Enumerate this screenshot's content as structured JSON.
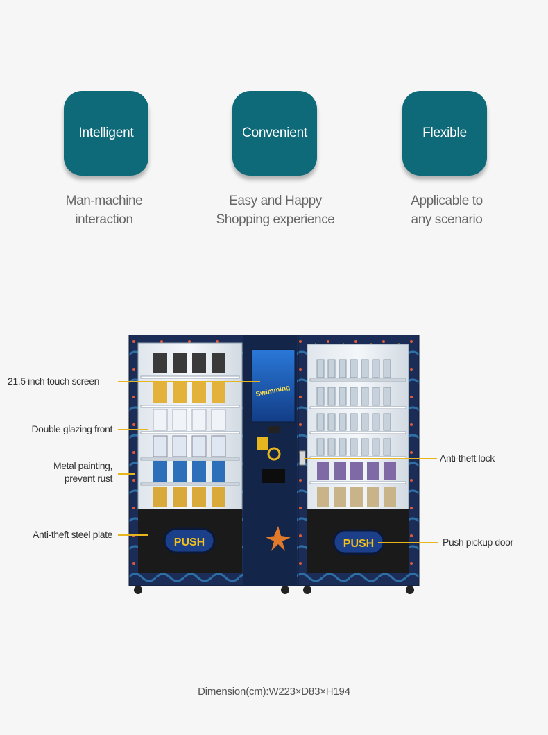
{
  "features": [
    {
      "tile": "Intelligent",
      "line1": "Man-machine",
      "line2": "interaction"
    },
    {
      "tile": "Convenient",
      "line1": "Easy and Happy",
      "line2": "Shopping experience"
    },
    {
      "tile": "Flexible",
      "line1": "Applicable to",
      "line2": "any scenario"
    }
  ],
  "callouts": {
    "touch_screen": "21.5 inch touch screen",
    "double_glazing": "Double glazing front",
    "metal_line1": "Metal painting,",
    "metal_line2": "prevent rust",
    "steel_plate": "Anti-theft steel plate",
    "lock": "Anti-theft lock",
    "pickup_door": "Push pickup door"
  },
  "machine": {
    "push_label": "PUSH",
    "screen_text": "Swimming"
  },
  "dimension": "Dimension(cm):W223×D83×H194",
  "colors": {
    "tile": "#0e6a79",
    "callout_line": "#e7b51e",
    "machine_body": "#1b2d56",
    "push_button": "#f2c21b"
  }
}
